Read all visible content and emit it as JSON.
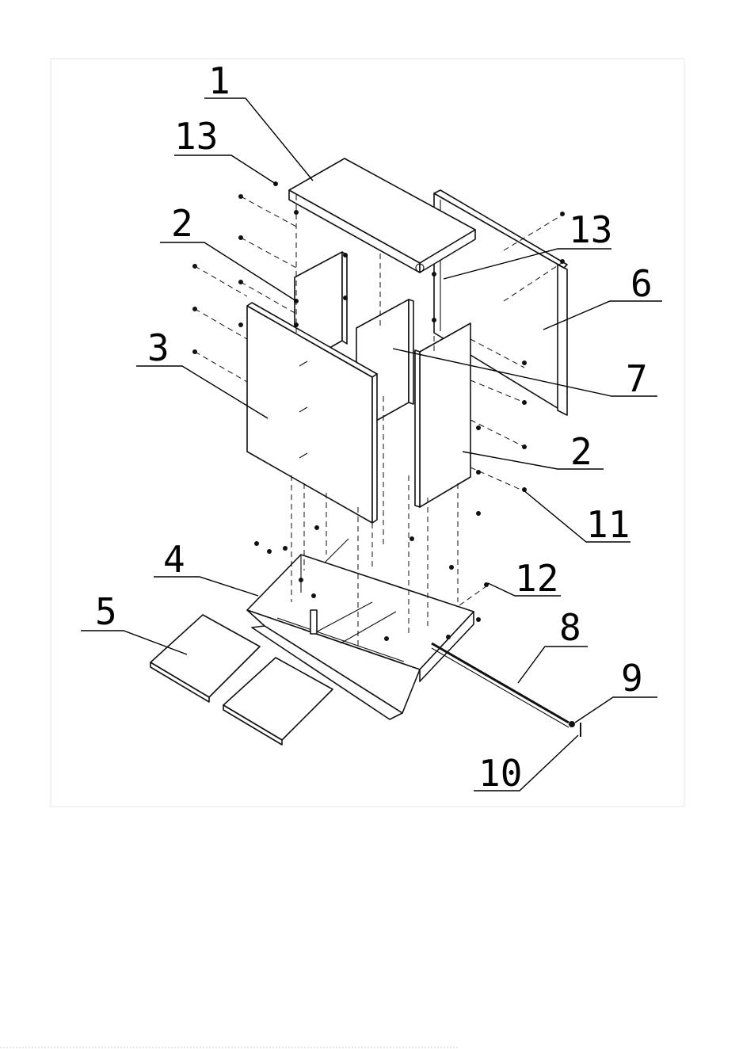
{
  "callouts": [
    {
      "id": "c1",
      "label": "1"
    },
    {
      "id": "c13a",
      "label": "13"
    },
    {
      "id": "c2a",
      "label": "2"
    },
    {
      "id": "c13b",
      "label": "13"
    },
    {
      "id": "c6",
      "label": "6"
    },
    {
      "id": "c3",
      "label": "3"
    },
    {
      "id": "c7",
      "label": "7"
    },
    {
      "id": "c2b",
      "label": "2"
    },
    {
      "id": "c11",
      "label": "11"
    },
    {
      "id": "c4",
      "label": "4"
    },
    {
      "id": "c12",
      "label": "12"
    },
    {
      "id": "c5",
      "label": "5"
    },
    {
      "id": "c8",
      "label": "8"
    },
    {
      "id": "c9",
      "label": "9"
    },
    {
      "id": "c10",
      "label": "10"
    }
  ]
}
